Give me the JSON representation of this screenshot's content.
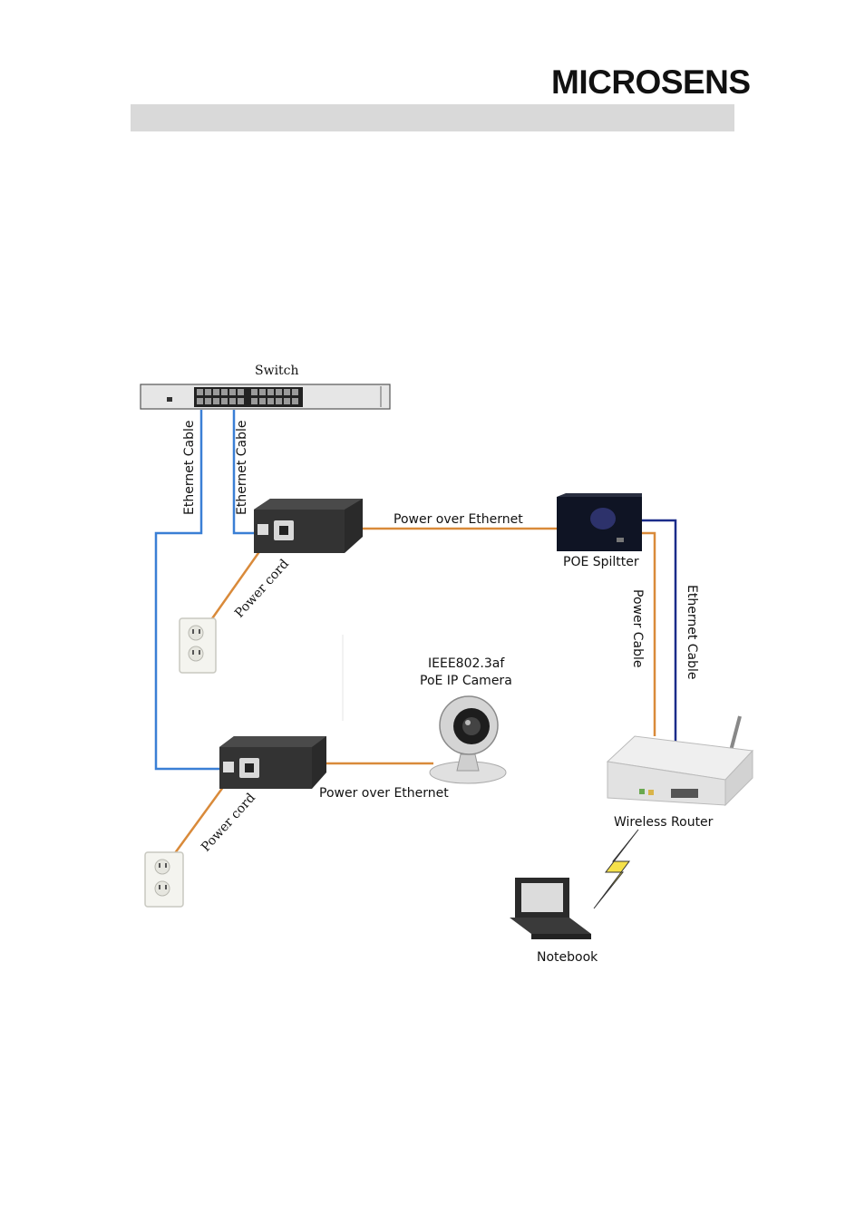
{
  "header": {
    "logo_text": "MICROSENS"
  },
  "diagram": {
    "switch_label": "Switch",
    "ethernet_cable_left": "Ethernet Cable",
    "ethernet_cable_right": "Ethernet Cable",
    "poe_top_label": "Power over Ethernet",
    "poe_splitter_label": "POE Spiltter",
    "power_cable_label": "Power Cable",
    "ethernet_cable_router": "Ethernet Cable",
    "power_cord_top": "Power cord",
    "power_cord_bottom": "Power cord",
    "camera_label_line1": "IEEE802.3af",
    "camera_label_line2": "PoE IP Camera",
    "poe_bottom_label": "Power over Ethernet",
    "router_label": "Wireless Router",
    "notebook_label": "Notebook",
    "colors": {
      "ethernet_blue": "#3a7fd5",
      "ethernet_navy": "#1b2c8a",
      "power_orange": "#d98a3a"
    }
  }
}
